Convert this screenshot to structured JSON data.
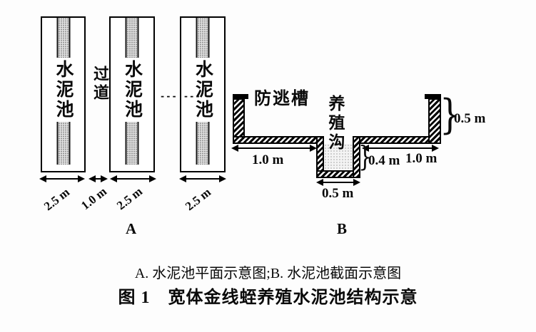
{
  "colors": {
    "ink": "#0a0a0a",
    "paper": "#fdfdfd"
  },
  "panel_a": {
    "label": "A",
    "pools": [
      "水泥池",
      "水泥池",
      "水泥池"
    ],
    "aisle_label": "过道",
    "ellipsis": "--- ---",
    "dims": [
      "2.5 m",
      "1.0 m",
      "2.5 m",
      "2.5 m"
    ]
  },
  "panel_b": {
    "label": "B",
    "anti_escape_groove": "防逃槽",
    "culture_ditch": "养殖沟",
    "dims": {
      "left_floor_width": "1.0 m",
      "ditch_depth": "0.4 m",
      "ditch_width": "0.5 m",
      "right_floor_width": "1.0 m",
      "wall_height": "0.5 m"
    },
    "brace_glyph": "}"
  },
  "caption": {
    "line1": "A. 水泥池平面示意图;B. 水泥池截面示意图",
    "line2": "图 1　宽体金线蛭养殖水泥池结构示意"
  }
}
